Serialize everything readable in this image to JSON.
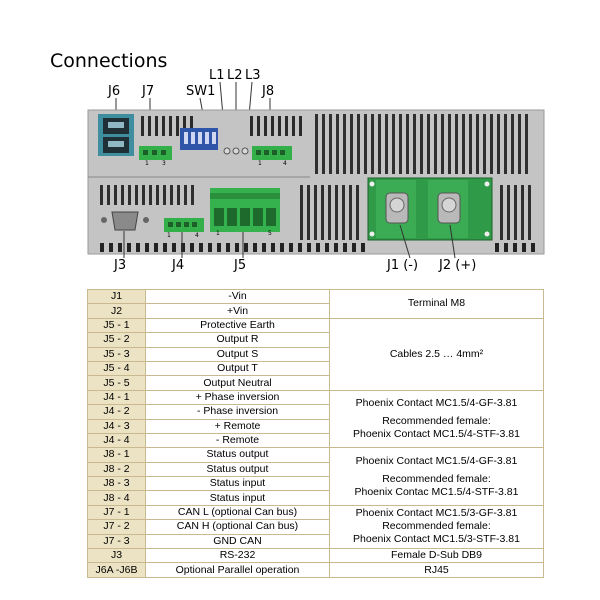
{
  "title": "Connections",
  "panel": {
    "labels_top": [
      "J6",
      "J7",
      "SW1",
      "L1",
      "L2",
      "L3",
      "J8"
    ],
    "labels_bottom": [
      "J3",
      "J4",
      "J5",
      "J1 (-)",
      "J2 (+)"
    ],
    "j7_pins": [
      "1",
      "3"
    ],
    "j8_pins": [
      "1",
      "4"
    ],
    "j4_pins": [
      "1",
      "4"
    ],
    "j5_pins": [
      "1",
      "5"
    ]
  },
  "table": {
    "rows": [
      {
        "id": "J1",
        "desc": "-Vin"
      },
      {
        "id": "J2",
        "desc": "+Vin"
      },
      {
        "id": "J5 - 1",
        "desc": "Protective Earth"
      },
      {
        "id": "J5 - 2",
        "desc": "Output R"
      },
      {
        "id": "J5 - 3",
        "desc": "Output S"
      },
      {
        "id": "J5 - 4",
        "desc": "Output T"
      },
      {
        "id": "J5 - 5",
        "desc": "Output Neutral"
      },
      {
        "id": "J4 - 1",
        "desc": "+ Phase inversion"
      },
      {
        "id": "J4 - 2",
        "desc": "- Phase inversion"
      },
      {
        "id": "J4 - 3",
        "desc": "+ Remote"
      },
      {
        "id": "J4 - 4",
        "desc": "- Remote"
      },
      {
        "id": "J8 - 1",
        "desc": "Status output"
      },
      {
        "id": "J8 - 2",
        "desc": "Status output"
      },
      {
        "id": "J8 - 3",
        "desc": "Status input"
      },
      {
        "id": "J8 - 4",
        "desc": "Status input"
      },
      {
        "id": "J7 - 1",
        "desc": "CAN L (optional Can bus)"
      },
      {
        "id": "J7 - 2",
        "desc": "CAN H (optional Can bus)"
      },
      {
        "id": "J7 - 3",
        "desc": "GND CAN"
      },
      {
        "id": "J3",
        "desc": "RS-232"
      },
      {
        "id": "J6A -J6B",
        "desc": "Optional Parallel operation"
      }
    ],
    "spec_terminal": "Terminal M8",
    "spec_cables": "Cables 2.5 … 4mm²",
    "spec_j4_a": "Phoenix Contact MC1.5/4-GF-3.81",
    "spec_j4_b": "Recommended female:",
    "spec_j4_c": "Phoenix Contact MC1.5/4-STF-3.81",
    "spec_j8_a": "Phoenix Contact MC1.5/4-GF-3.81",
    "spec_j8_b": "Recommended female:",
    "spec_j8_c": "Phoenix Contac MC1.5/4-STF-3.81",
    "spec_j7_a": "Phoenix Contact MC1.5/3-GF-3.81",
    "spec_j7_b": "Recommended female:",
    "spec_j7_c": "Phoenix Contact MC1.5/3-STF-3.81",
    "spec_j3": "Female D-Sub DB9",
    "spec_j6": "RJ45"
  }
}
